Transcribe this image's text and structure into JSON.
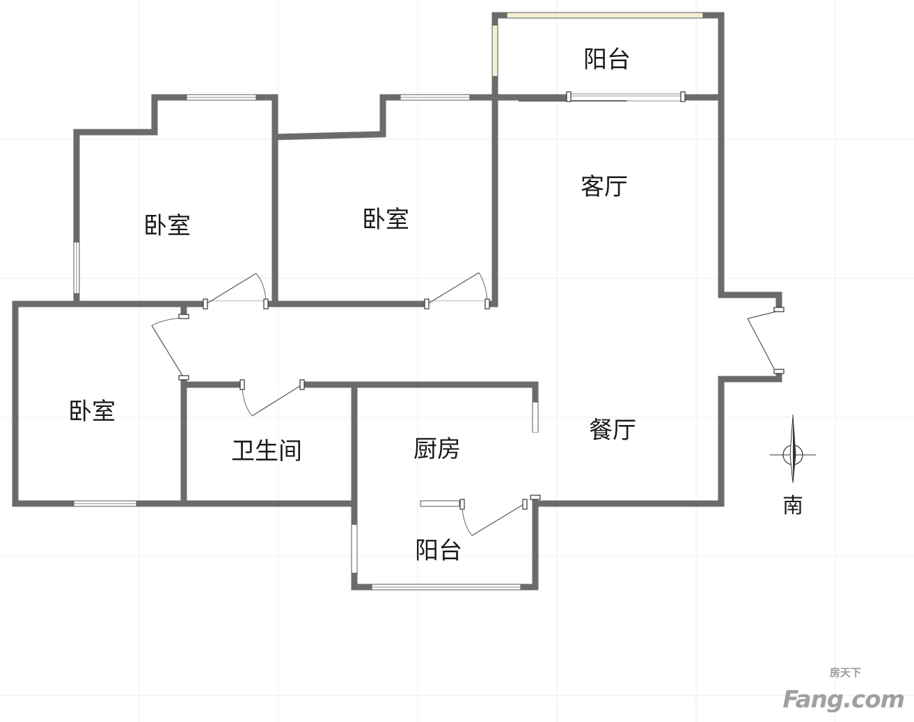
{
  "rooms": {
    "balcony_north": "阳台",
    "living_room": "客厅",
    "bedroom_1": "卧室",
    "bedroom_2": "卧室",
    "bedroom_3": "卧室",
    "bathroom": "卫生间",
    "kitchen": "厨房",
    "dining_room": "餐厅",
    "balcony_south": "阳台"
  },
  "compass": {
    "label": "南",
    "icon": "compass-icon"
  },
  "watermark": {
    "cn": "房天下",
    "en": "Fang.com"
  },
  "colors": {
    "wall": "#6b6b6b",
    "background": "#ffffff",
    "grid": "#ececec",
    "watermark": "#a0a0a0"
  }
}
